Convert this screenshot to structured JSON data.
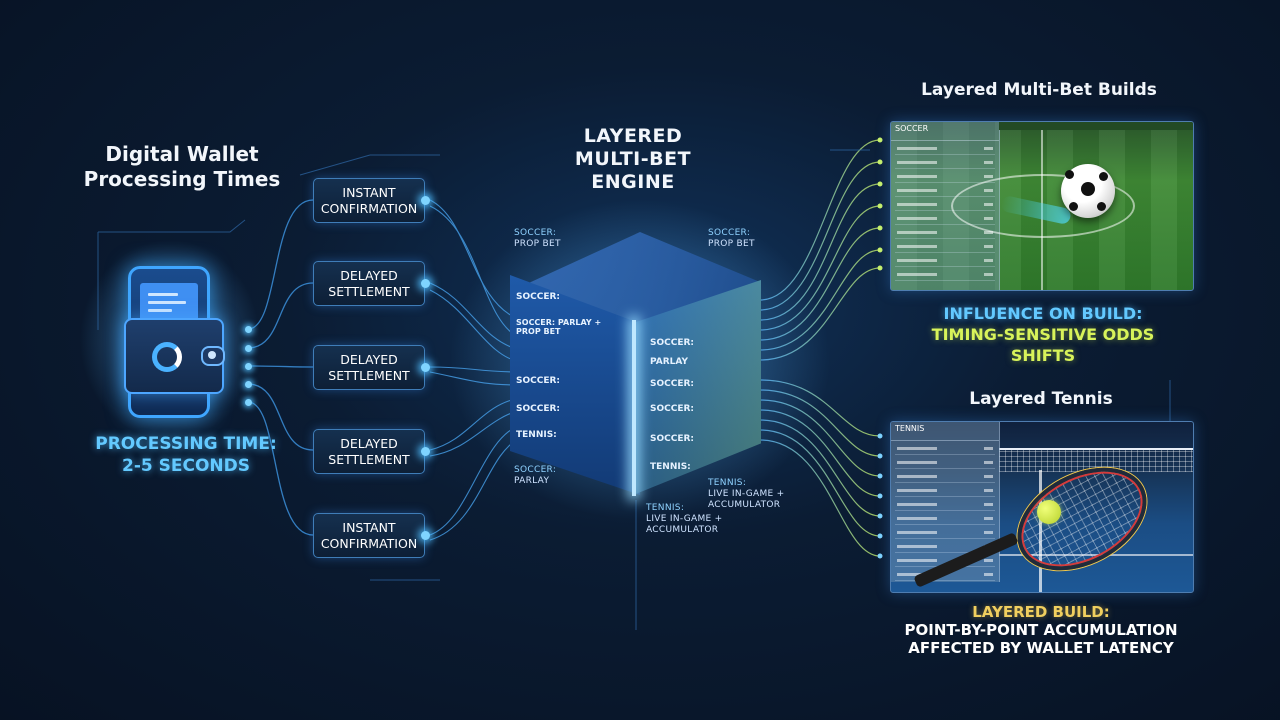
{
  "left": {
    "title_line1": "Digital Wallet",
    "title_line2": "Processing Times",
    "processing_line1": "PROCESSING TIME:",
    "processing_line2": "2-5 SECONDS"
  },
  "statuses": [
    {
      "line1": "INSTANT",
      "line2": "CONFIRMATION"
    },
    {
      "line1": "DELAYED",
      "line2": "SETTLEMENT"
    },
    {
      "line1": "DELAYED",
      "line2": "SETTLEMENT"
    },
    {
      "line1": "DELAYED",
      "line2": "SETTLEMENT"
    },
    {
      "line1": "INSTANT",
      "line2": "CONFIRMATION"
    }
  ],
  "engine": {
    "title_line1": "LAYERED",
    "title_line2": "MULTI-BET",
    "title_line3": "ENGINE",
    "label_top_left_1": "SOCCER:",
    "label_top_left_2": "PROP BET",
    "label_top_right_1": "SOCCER:",
    "label_top_right_2": "PROP BET",
    "label_bottom_left_1": "SOCCER:",
    "label_bottom_left_2": "PARLAY",
    "label_bottom_right_1": "TENNIS:",
    "label_bottom_right_2": "LIVE IN-GAME +",
    "label_bottom_right_3": "ACCUMULATOR",
    "label_bottom_mid_1": "TENNIS:",
    "label_bottom_mid_2": "LIVE IN-GAME +",
    "label_bottom_mid_3": "ACCUMULATOR",
    "cube_left_layers": [
      "SOCCER:",
      "SOCCER: PARLAY + PROP BET",
      "SOCCER:",
      "SOCCER:",
      "TENNIS:"
    ],
    "cube_right_layers": [
      "SOCCER:",
      "PARLAY",
      "SOCCER:",
      "SOCCER:",
      "SOCCER:",
      "TENNIS:"
    ]
  },
  "soccer": {
    "title": "Layered Multi-Bet Builds",
    "panel_title": "SOCCER",
    "influence_line1": "INFLUENCE ON BUILD:",
    "influence_line2": "TIMING-SENSITIVE ODDS SHIFTS"
  },
  "tennis": {
    "title": "Layered Tennis",
    "panel_title": "TENNIS",
    "build_line1": "LAYERED BUILD:",
    "build_line2": "POINT-BY-POINT ACCUMULATION",
    "build_line3": "AFFECTED BY WALLET LATENCY"
  },
  "icons": [
    "phone-icon",
    "wallet-icon",
    "soccer-ball-icon",
    "tennis-racket-icon",
    "tennis-ball-icon"
  ],
  "colors": {
    "accent_blue": "#63c9ff",
    "accent_lime": "#d8f35a",
    "accent_gold": "#f0cf5f",
    "background": "#0b1c33"
  }
}
